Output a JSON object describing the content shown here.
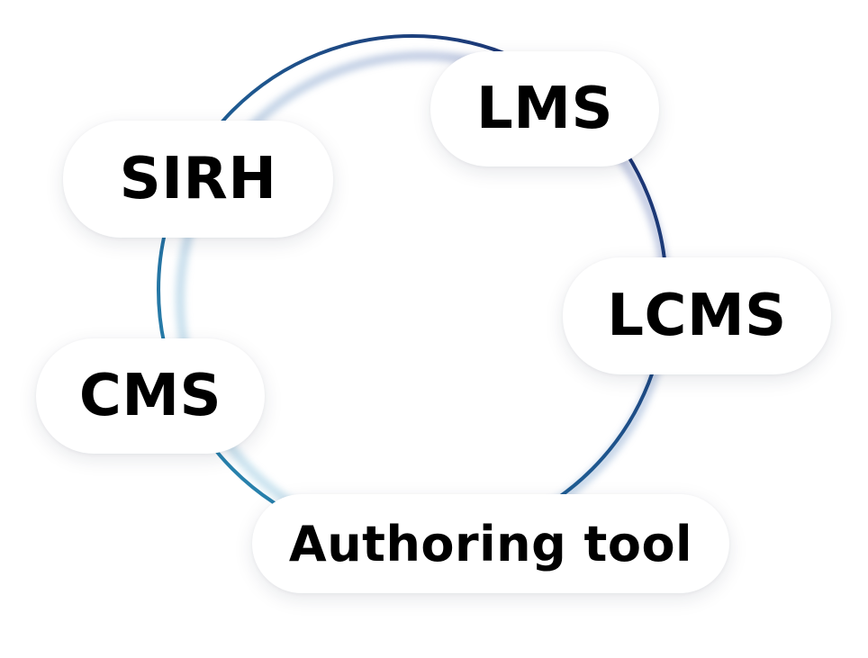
{
  "diagram": {
    "nodes": [
      {
        "id": "lms",
        "label": "LMS"
      },
      {
        "id": "sirh",
        "label": "SIRH"
      },
      {
        "id": "lcms",
        "label": "LCMS"
      },
      {
        "id": "cms",
        "label": "CMS"
      },
      {
        "id": "authoring",
        "label": "Authoring tool"
      }
    ],
    "ring_colors": {
      "dark": "#1b2a6b",
      "mid": "#1f5f95",
      "light": "#2b8fb6",
      "glow_light": "#9fd4e6",
      "glow_dark": "#8a93c4"
    }
  }
}
